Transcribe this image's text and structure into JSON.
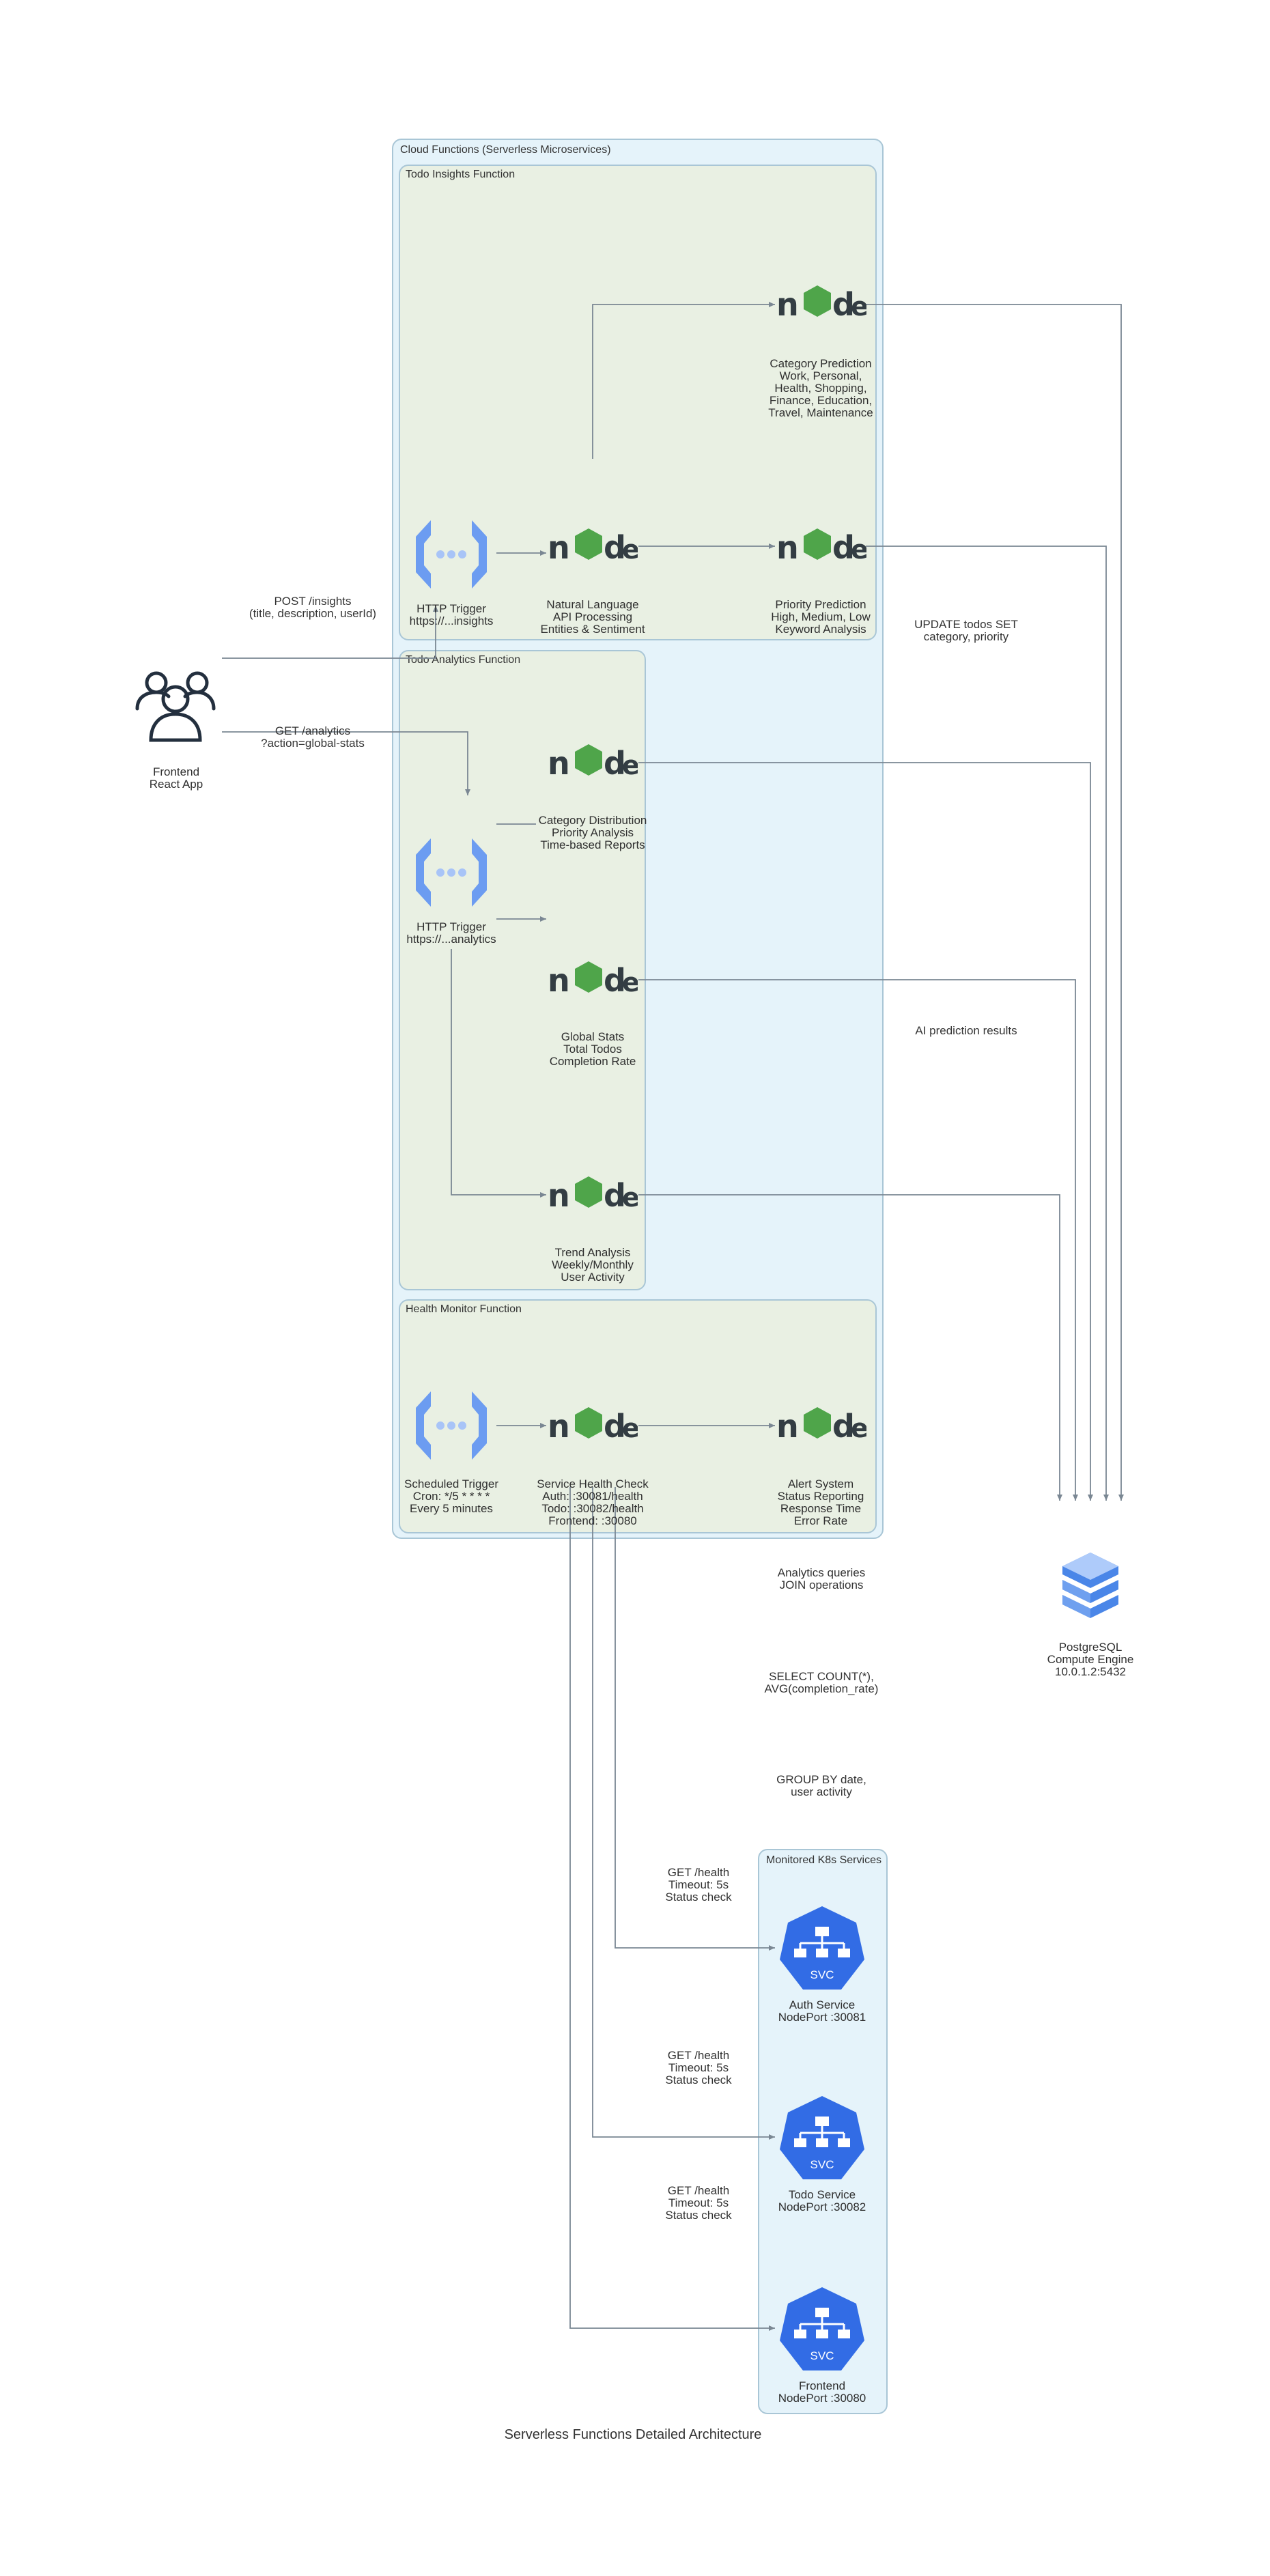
{
  "title": "Serverless Functions Detailed Architecture",
  "clusters": {
    "cloud_functions": "Cloud Functions (Serverless Microservices)",
    "insights": "Todo Insights Function",
    "analytics": "Todo Analytics Function",
    "health": "Health Monitor Function",
    "k8s": "Monitored K8s Services"
  },
  "nodes": {
    "frontend_app": "Frontend\nReact App",
    "insights_trigger": "HTTP Trigger\nhttps://...insights",
    "nlp": "Natural Language\nAPI Processing\nEntities & Sentiment",
    "category_prediction": "Category Prediction\nWork, Personal,\nHealth, Shopping,\nFinance, Education,\nTravel, Maintenance",
    "priority_prediction": "Priority Prediction\nHigh, Medium, Low\nKeyword Analysis",
    "analytics_trigger": "HTTP Trigger\nhttps://...analytics",
    "category_distribution": "Category Distribution\nPriority Analysis\nTime-based Reports",
    "global_stats": "Global Stats\nTotal Todos\nCompletion Rate",
    "trend_analysis": "Trend Analysis\nWeekly/Monthly\nUser Activity",
    "scheduled_trigger": "Scheduled Trigger\nCron: */5 * * * *\nEvery 5 minutes",
    "health_check": "Service Health Check\nAuth: :30081/health\nTodo: :30082/health\nFrontend: :30080",
    "alert_system": "Alert System\nStatus Reporting\nResponse Time\nError Rate",
    "postgres": "PostgreSQL\nCompute Engine\n10.0.1.2:5432",
    "auth_service": "Auth Service\nNodePort :30081",
    "todo_service": "Todo Service\nNodePort :30082",
    "frontend_service": "Frontend\nNodePort :30080",
    "svc_badge": "SVC",
    "node_wordmark_n1": "n",
    "node_wordmark_d": "d",
    "node_wordmark_e": "e"
  },
  "edges": {
    "post_insights": "POST /insights\n(title, description, userId)",
    "get_analytics": "GET /analytics\n?action=global-stats",
    "update_todos": "UPDATE todos SET\ncategory, priority",
    "ai_results": "AI prediction results",
    "analytics_queries": "Analytics queries\nJOIN operations",
    "select_count": "SELECT COUNT(*),\nAVG(completion_rate)",
    "group_by": "GROUP BY date,\nuser activity",
    "health_auth": "GET /health\nTimeout: 5s\nStatus check",
    "health_todo": "GET /health\nTimeout: 5s\nStatus check",
    "health_frontend": "GET /health\nTimeout: 5s\nStatus check"
  },
  "colors": {
    "outer_cluster": "#e5f3fa",
    "inner_cluster": "#e9f0e3",
    "edge": "#7a8793",
    "trigger_icon": "#6c9cf1",
    "node_green": "#4fa54a",
    "node_dark": "#333d43",
    "svc_blue": "#326ce5",
    "db_blue": "#4a86e8"
  },
  "icons": {
    "user_group": "users-icon",
    "trigger": "cloud-functions-trigger-icon",
    "node": "nodejs-icon",
    "database": "database-icon",
    "service": "k8s-svc-icon"
  }
}
